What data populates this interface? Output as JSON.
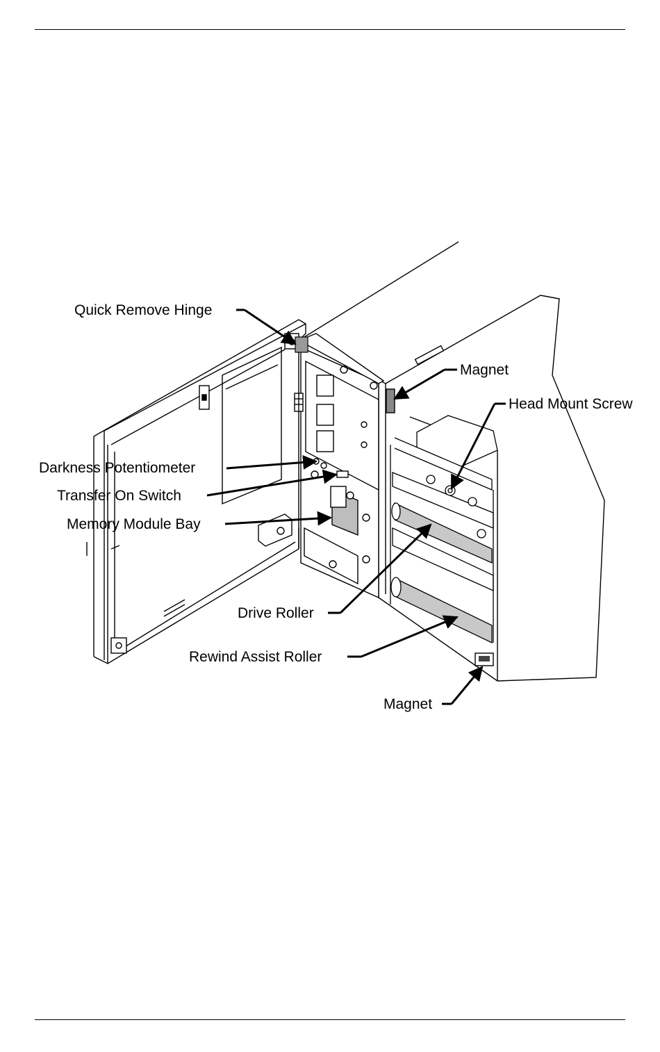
{
  "figure": {
    "callouts": {
      "quick_remove_hinge": "Quick Remove Hinge",
      "magnet_top": "Magnet",
      "head_mount_screw": "Head Mount Screw",
      "darkness_potentiometer": "Darkness Potentiometer",
      "transfer_on_switch": "Transfer On Switch",
      "memory_module_bay": "Memory Module Bay",
      "drive_roller": "Drive Roller",
      "rewind_assist_roller": "Rewind Assist Roller",
      "magnet_bottom": "Magnet"
    }
  }
}
